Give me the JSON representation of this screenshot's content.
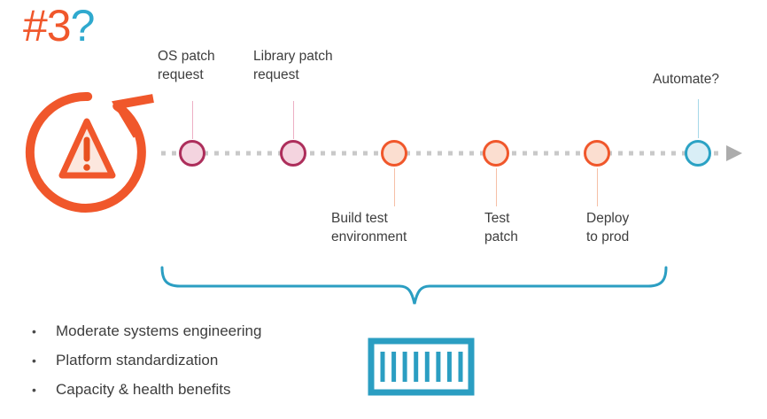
{
  "title": {
    "number": "#3",
    "question": "?"
  },
  "colors": {
    "accent_orange": "#f0572b",
    "accent_teal": "#2b9ec2",
    "question_teal": "#2fa9ce",
    "pink_node_stroke": "#ad2e5b",
    "pink_node_fill": "#f4d4df",
    "orange_node_fill": "#fbded0",
    "blue_node_stroke": "#2ba2c4",
    "blue_node_fill": "#d9eef6",
    "dash_gray": "#c9c9c9",
    "arrowhead_gray": "#acacac",
    "text_gray": "#3e3e3e"
  },
  "icons": {
    "loop": "repeat-warning-icon",
    "timeline_end": "arrow-right-icon",
    "container": "shipping-container-icon"
  },
  "timeline": {
    "milestones": [
      {
        "label": "OS patch\nrequest",
        "style": "pink",
        "label_position": "above"
      },
      {
        "label": "Library patch\nrequest",
        "style": "pink",
        "label_position": "above"
      },
      {
        "label": "Build test\nenvironment",
        "style": "orange",
        "label_position": "below"
      },
      {
        "label": "Test\npatch",
        "style": "orange",
        "label_position": "below"
      },
      {
        "label": "Deploy\nto prod",
        "style": "orange",
        "label_position": "below"
      },
      {
        "label": "Automate?",
        "style": "blue",
        "label_position": "above"
      }
    ]
  },
  "bullets": {
    "marker": "•",
    "items": [
      {
        "text": "Moderate systems engineering"
      },
      {
        "text": "Platform standardization"
      },
      {
        "text": "Capacity & health benefits"
      }
    ]
  }
}
